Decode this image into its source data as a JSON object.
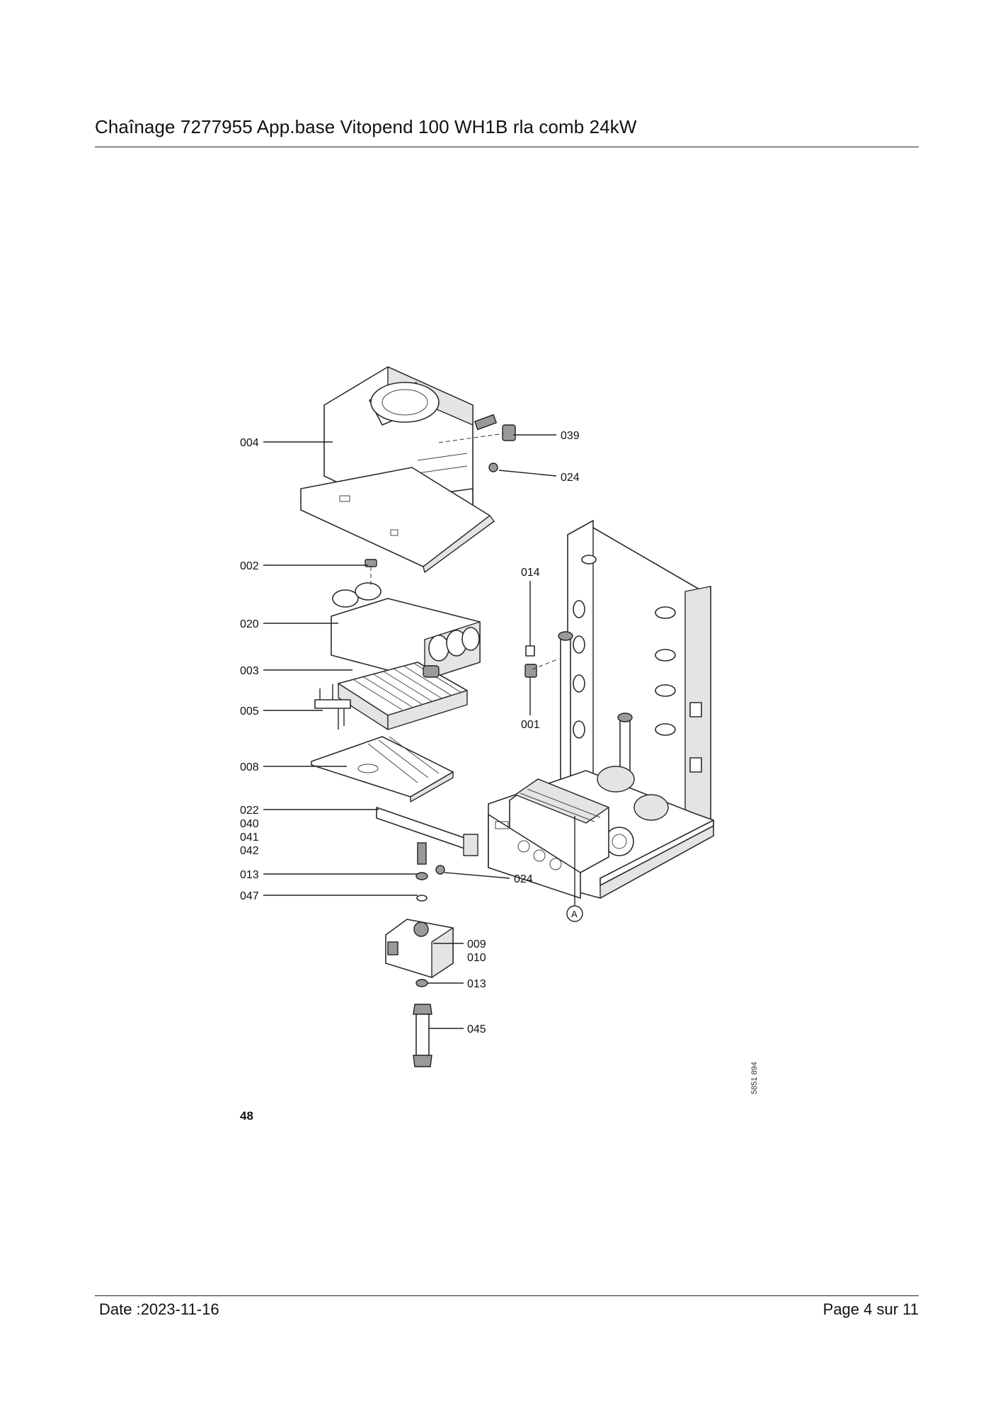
{
  "header": {
    "title": "Chaînage 7277955 App.base Vitopend 100 WH1B rla comb 24kW"
  },
  "footer": {
    "date": "Date :2023-11-16",
    "page": "Page 4 sur  11"
  },
  "diagram": {
    "page_number": "48",
    "drawing_number": "5851 894",
    "callouts": {
      "c004": "004",
      "c039": "039",
      "c024a": "024",
      "c002": "002",
      "c014": "014",
      "c020": "020",
      "c003": "003",
      "c005": "005",
      "c001": "001",
      "c008": "008",
      "c022": "022",
      "c040": "040",
      "c041": "041",
      "c042": "042",
      "c013a": "013",
      "c024b": "024",
      "c047": "047",
      "c009": "009",
      "c010": "010",
      "c013b": "013",
      "c045": "045",
      "cA": "A"
    }
  }
}
